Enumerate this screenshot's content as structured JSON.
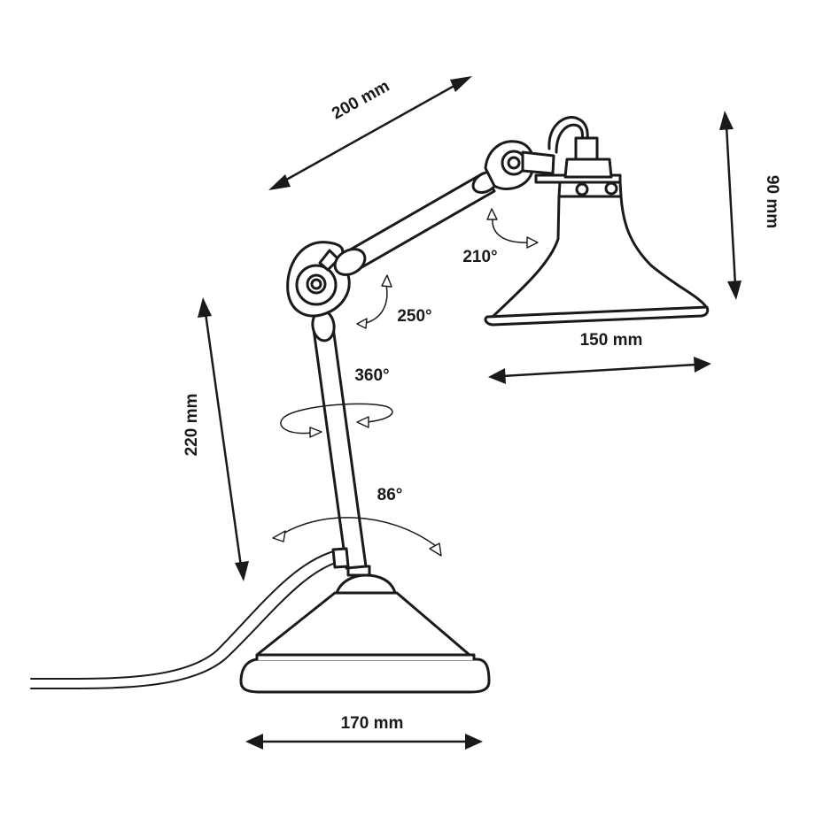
{
  "diagram": {
    "subject": "desk lamp dimensions",
    "dimensions": {
      "arm_length": "200 mm",
      "shade_height": "90 mm",
      "shade_diameter": "150 mm",
      "stem_height": "220 mm",
      "base_diameter": "170 mm"
    },
    "rotations": {
      "shade_joint": "210°",
      "elbow_joint": "250°",
      "stem_swivel": "360°",
      "base_tilt": "86°"
    },
    "colors": {
      "line": "#1a1a1a",
      "fill": "#ffffff"
    }
  }
}
